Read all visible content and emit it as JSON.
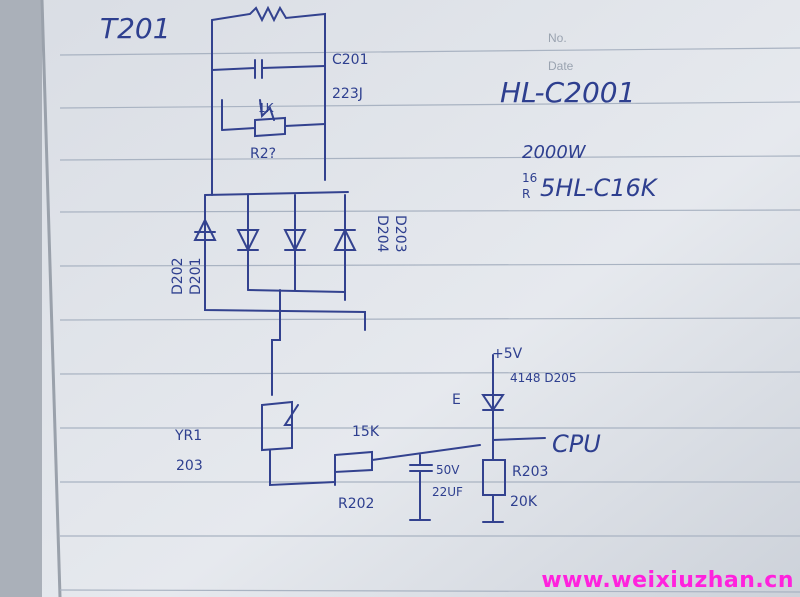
{
  "sheet": {
    "printed_no": "No.",
    "printed_date": "Date"
  },
  "notes": {
    "title_code": "T201",
    "model": "HL-C2001",
    "power": "2000W",
    "variant_prefix_1": "16",
    "variant_prefix_2": "R",
    "variant_model": "5HL-C16K"
  },
  "schematic": {
    "cap_ref": "C201",
    "cap_val": "223J",
    "res_1k": "1K",
    "res_r2": "R2?",
    "diode_left": "D202",
    "diode_left2": "D201",
    "diode_right": "D203",
    "diode_right2": "D204",
    "rp_ref": "YR1",
    "rp_val": "203",
    "res_15k": "15K",
    "res_r202": "R202",
    "plus5v": "+5V",
    "diode_4148": "4148 D205",
    "label_e": "E",
    "cpu": "CPU",
    "cap_50v": "50V",
    "cap_22uf": "22UF",
    "res_r203": "R203",
    "res_20k": "20K"
  },
  "watermark": "www.weixiuzhan.cn"
}
